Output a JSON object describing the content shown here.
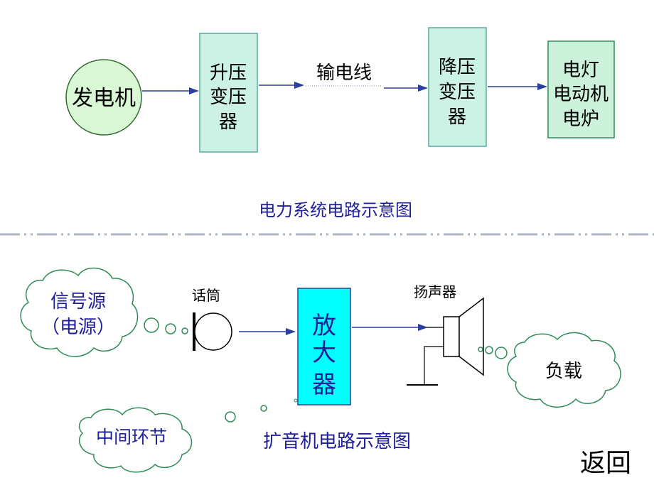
{
  "top": {
    "generator": "发电机",
    "step_up": [
      "升压",
      "变压",
      "器"
    ],
    "line": "输电线",
    "step_down": [
      "降压",
      "变压",
      "器"
    ],
    "loads": [
      "电灯",
      "电动机",
      "电炉"
    ],
    "caption": "电力系统电路示意图"
  },
  "bottom": {
    "signal_source": [
      "信号源",
      "（电源）"
    ],
    "microphone": "话筒",
    "amplifier": [
      "放",
      "大",
      "器"
    ],
    "speaker": "扬声器",
    "load": "负载",
    "middle_stage": "中间环节",
    "caption": "扩音机电路示意图"
  },
  "back_label": "返回",
  "colors": {
    "box_fill": "#ccf2e6",
    "box_border": "#5aa8a0",
    "load_box_fill": "#cdf2dc",
    "load_box_border": "#2e8b57",
    "circle_fill": "#d9f7d5",
    "amp_fill": "#00ffff",
    "amp_border": "#2b3f9e",
    "arrow": "#2b3f9e",
    "text_blue": "#1f1f9c",
    "separator": "#aeb6c6"
  },
  "icons": [
    "microphone-icon",
    "speaker-icon",
    "ground-icon"
  ]
}
